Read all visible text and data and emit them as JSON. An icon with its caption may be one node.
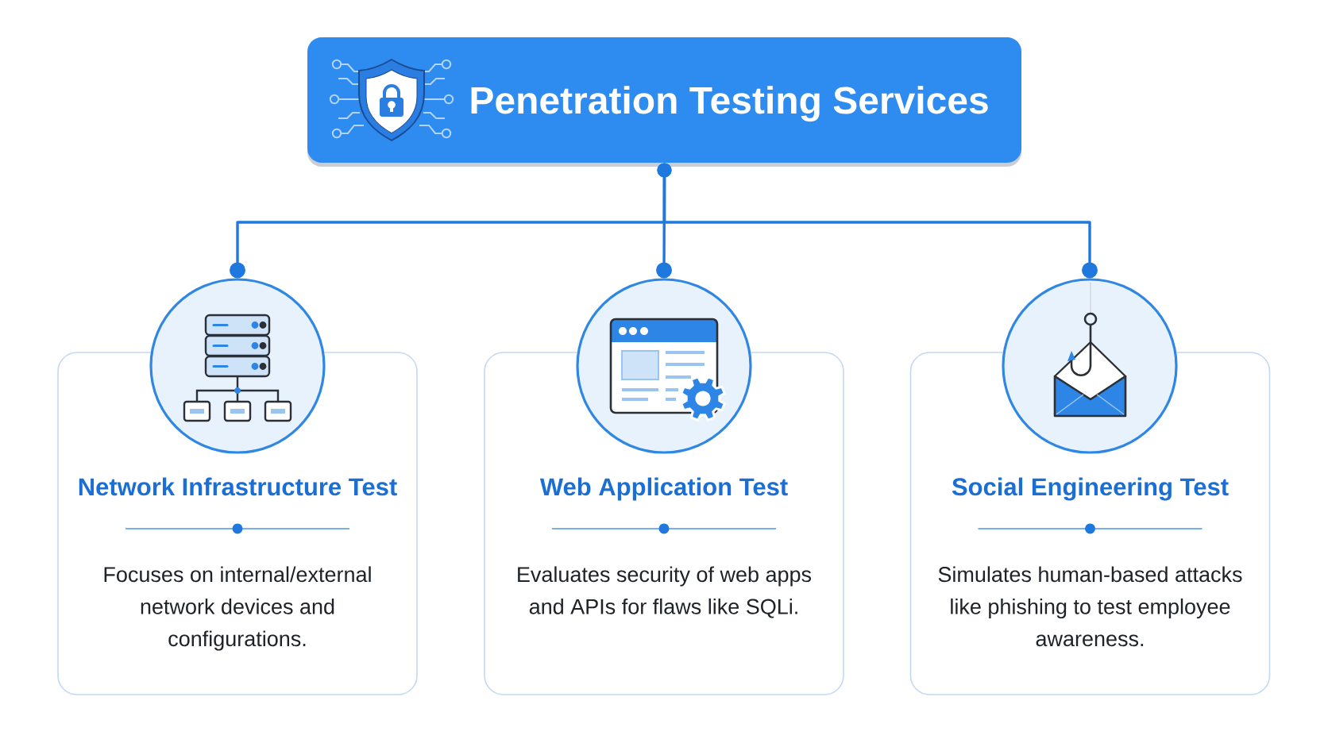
{
  "diagram": {
    "nodes": [
      {
        "text": [
          "Penetration Testing Services"
        ]
      },
      {
        "text": [],
        "shape": "circle"
      },
      {
        "text": [
          "Network Infrastructure Test",
          "Focuses on internal/external network devices and configurations."
        ]
      },
      {
        "text": [],
        "shape": "circle"
      },
      {
        "text": [
          "Web Application Test",
          "Evaluates security of web apps and APIs for flaws like SQLi."
        ]
      },
      {
        "text": [],
        "shape": "circle"
      },
      {
        "text": [
          "Social Engineering Test",
          "Simulates human-based attacks like phishing to test employee awareness."
        ]
      }
    ],
    "edges": [
      {
        "from": 0,
        "to": 1,
        "arrow": "other"
      },
      {
        "from": 0,
        "to": 3,
        "arrow": "other"
      },
      {
        "from": 0,
        "to": 5,
        "arrow": "other"
      }
    ]
  }
}
